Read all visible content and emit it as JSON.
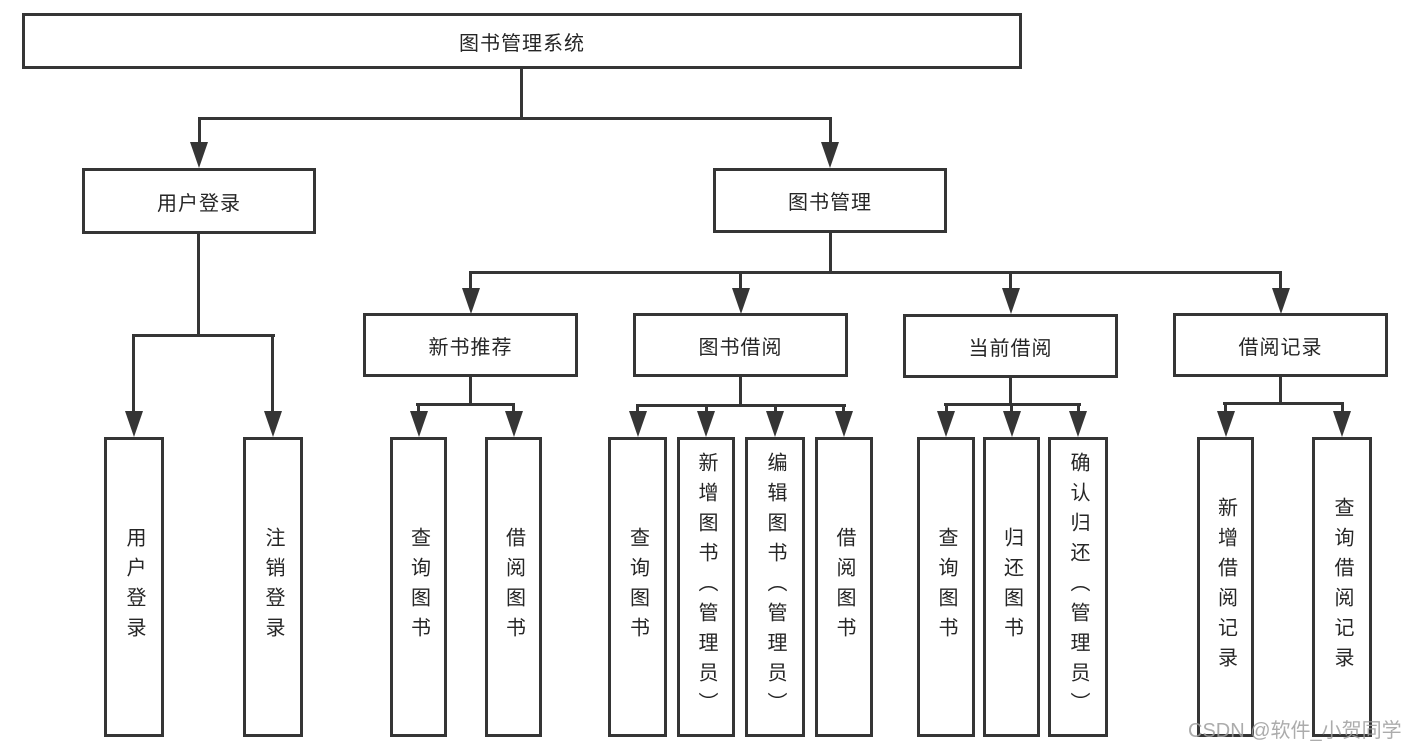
{
  "diagram": {
    "nodes": {
      "root": "图书管理系统",
      "user_login": "用户登录",
      "book_mgmt": "图书管理",
      "new_books": "新书推荐",
      "book_borrow": "图书借阅",
      "current_borrow": "当前借阅",
      "borrow_records": "借阅记录"
    },
    "leaves": {
      "user_login": [
        "用户登录",
        "注销登录"
      ],
      "new_books": [
        "查询图书",
        "借阅图书"
      ],
      "book_borrow": [
        "查询图书",
        "新增图书（管理员）",
        "编辑图书（管理员）",
        "借阅图书"
      ],
      "current_borrow": [
        "查询图书",
        "归还图书",
        "确认归还（管理员）"
      ],
      "borrow_records": [
        "新增借阅记录",
        "查询借阅记录"
      ]
    },
    "colors": {
      "line": "#353535",
      "text": "#262626",
      "watermark": "#9e9e9e",
      "background": "#ffffff"
    },
    "watermark": "CSDN @软件_小贺同学"
  }
}
